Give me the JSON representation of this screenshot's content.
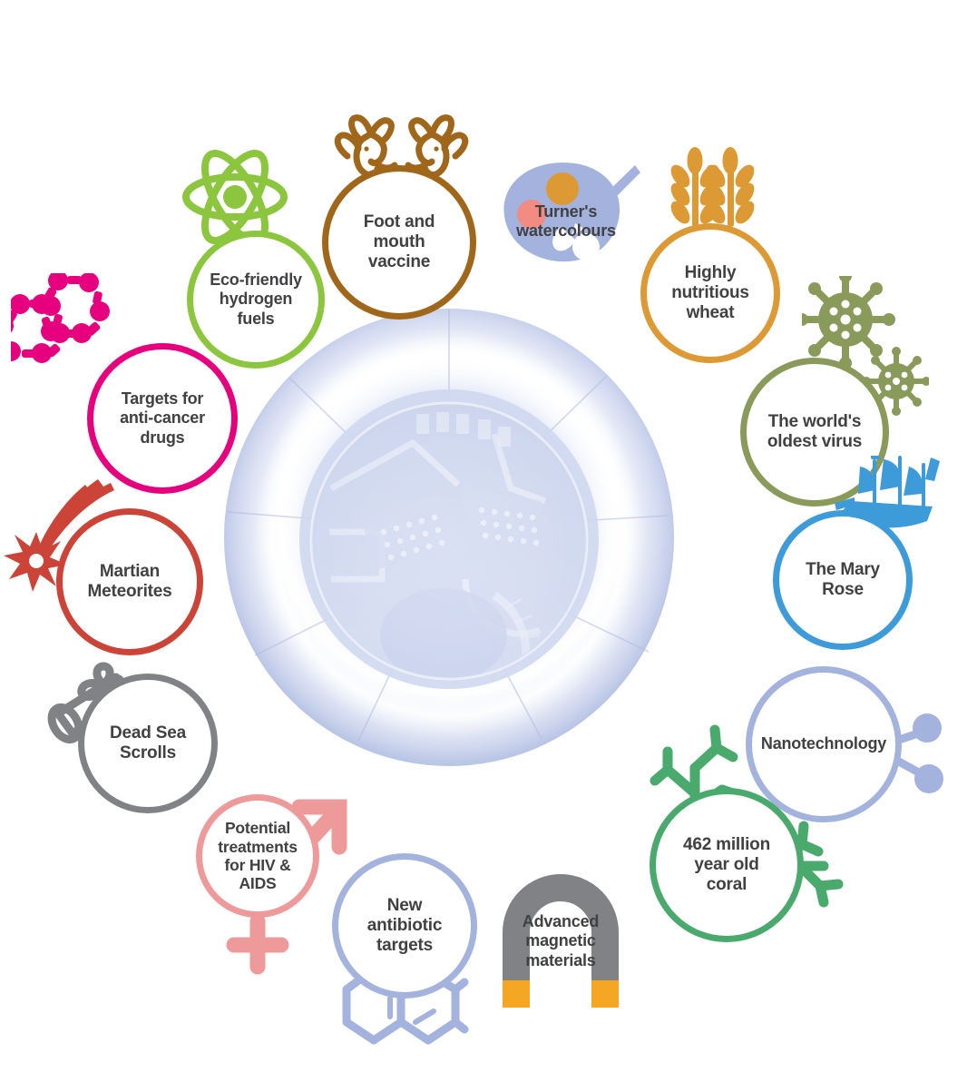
{
  "infographic": {
    "center": {
      "name": "synchrotron-ring",
      "description": "Stylised aerial view of a synchrotron light source building",
      "color": "#c3cdeb"
    },
    "nodes": [
      {
        "id": "targets-anti-cancer-drugs",
        "label": "Targets for\nanti-cancer\ndrugs",
        "color": "#e6007e",
        "icon": "molecule-rings-icon"
      },
      {
        "id": "eco-friendly-hydrogen-fuels",
        "label": "Eco-friendly\nhydrogen\nfuels",
        "color": "#8cc63f",
        "icon": "atom-icon"
      },
      {
        "id": "foot-and-mouth-vaccine",
        "label": "Foot and\nmouth\nvaccine",
        "color": "#a0671b",
        "icon": "cattle-icon"
      },
      {
        "id": "turners-watercolours",
        "label": "Turner's\nwatercolours",
        "color": "#a3b3de",
        "icon": "paint-palette-icon"
      },
      {
        "id": "highly-nutritious-wheat",
        "label": "Highly\nnutritious\nwheat",
        "color": "#dd9933",
        "icon": "wheat-icon"
      },
      {
        "id": "worlds-oldest-virus",
        "label": "The world's\noldest virus",
        "color": "#8a9a5b",
        "icon": "virus-icon"
      },
      {
        "id": "the-mary-rose",
        "label": "The Mary\nRose",
        "color": "#3d9bd9",
        "icon": "sailing-ship-icon"
      },
      {
        "id": "nanotechnology",
        "label": "Nanotechnology",
        "color": "#a3b3de",
        "icon": "nanoparticle-icon"
      },
      {
        "id": "462-million-year-old-coral",
        "label": "462 million\nyear old\ncoral",
        "color": "#4aa96c",
        "icon": "coral-icon"
      },
      {
        "id": "advanced-magnetic-materials",
        "label": "Advanced\nmagnetic\nmaterials",
        "color": "#808285",
        "accent_color": "#f5a623",
        "icon": "horseshoe-magnet-icon"
      },
      {
        "id": "new-antibiotic-targets",
        "label": "New\nantibiotic\ntargets",
        "color": "#a3b3de",
        "icon": "benzene-rings-icon"
      },
      {
        "id": "potential-treatments-hiv-aids",
        "label": "Potential\ntreatments\nfor HIV &\nAIDS",
        "color": "#ef9a9a",
        "icon": "male-female-symbol-icon"
      },
      {
        "id": "dead-sea-scrolls",
        "label": "Dead Sea\nScrolls",
        "color": "#808285",
        "icon": "scroll-icon"
      },
      {
        "id": "martian-meteorites",
        "label": "Martian\nMeteorites",
        "color": "#cc4438",
        "icon": "meteorite-icon"
      }
    ]
  }
}
